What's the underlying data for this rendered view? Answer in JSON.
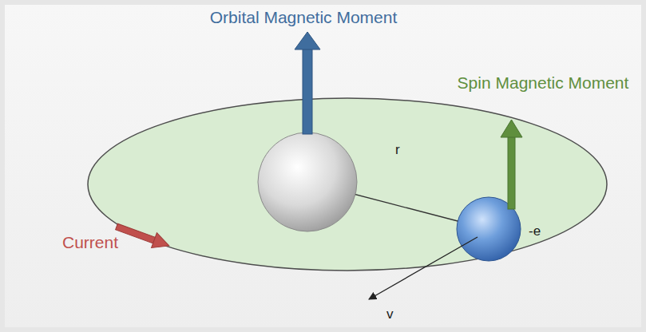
{
  "diagram": {
    "labels": [
      "Orbital Magnetic Moment",
      "Spin Magnetic Moment",
      "r",
      "-e",
      "Current",
      "v"
    ]
  }
}
